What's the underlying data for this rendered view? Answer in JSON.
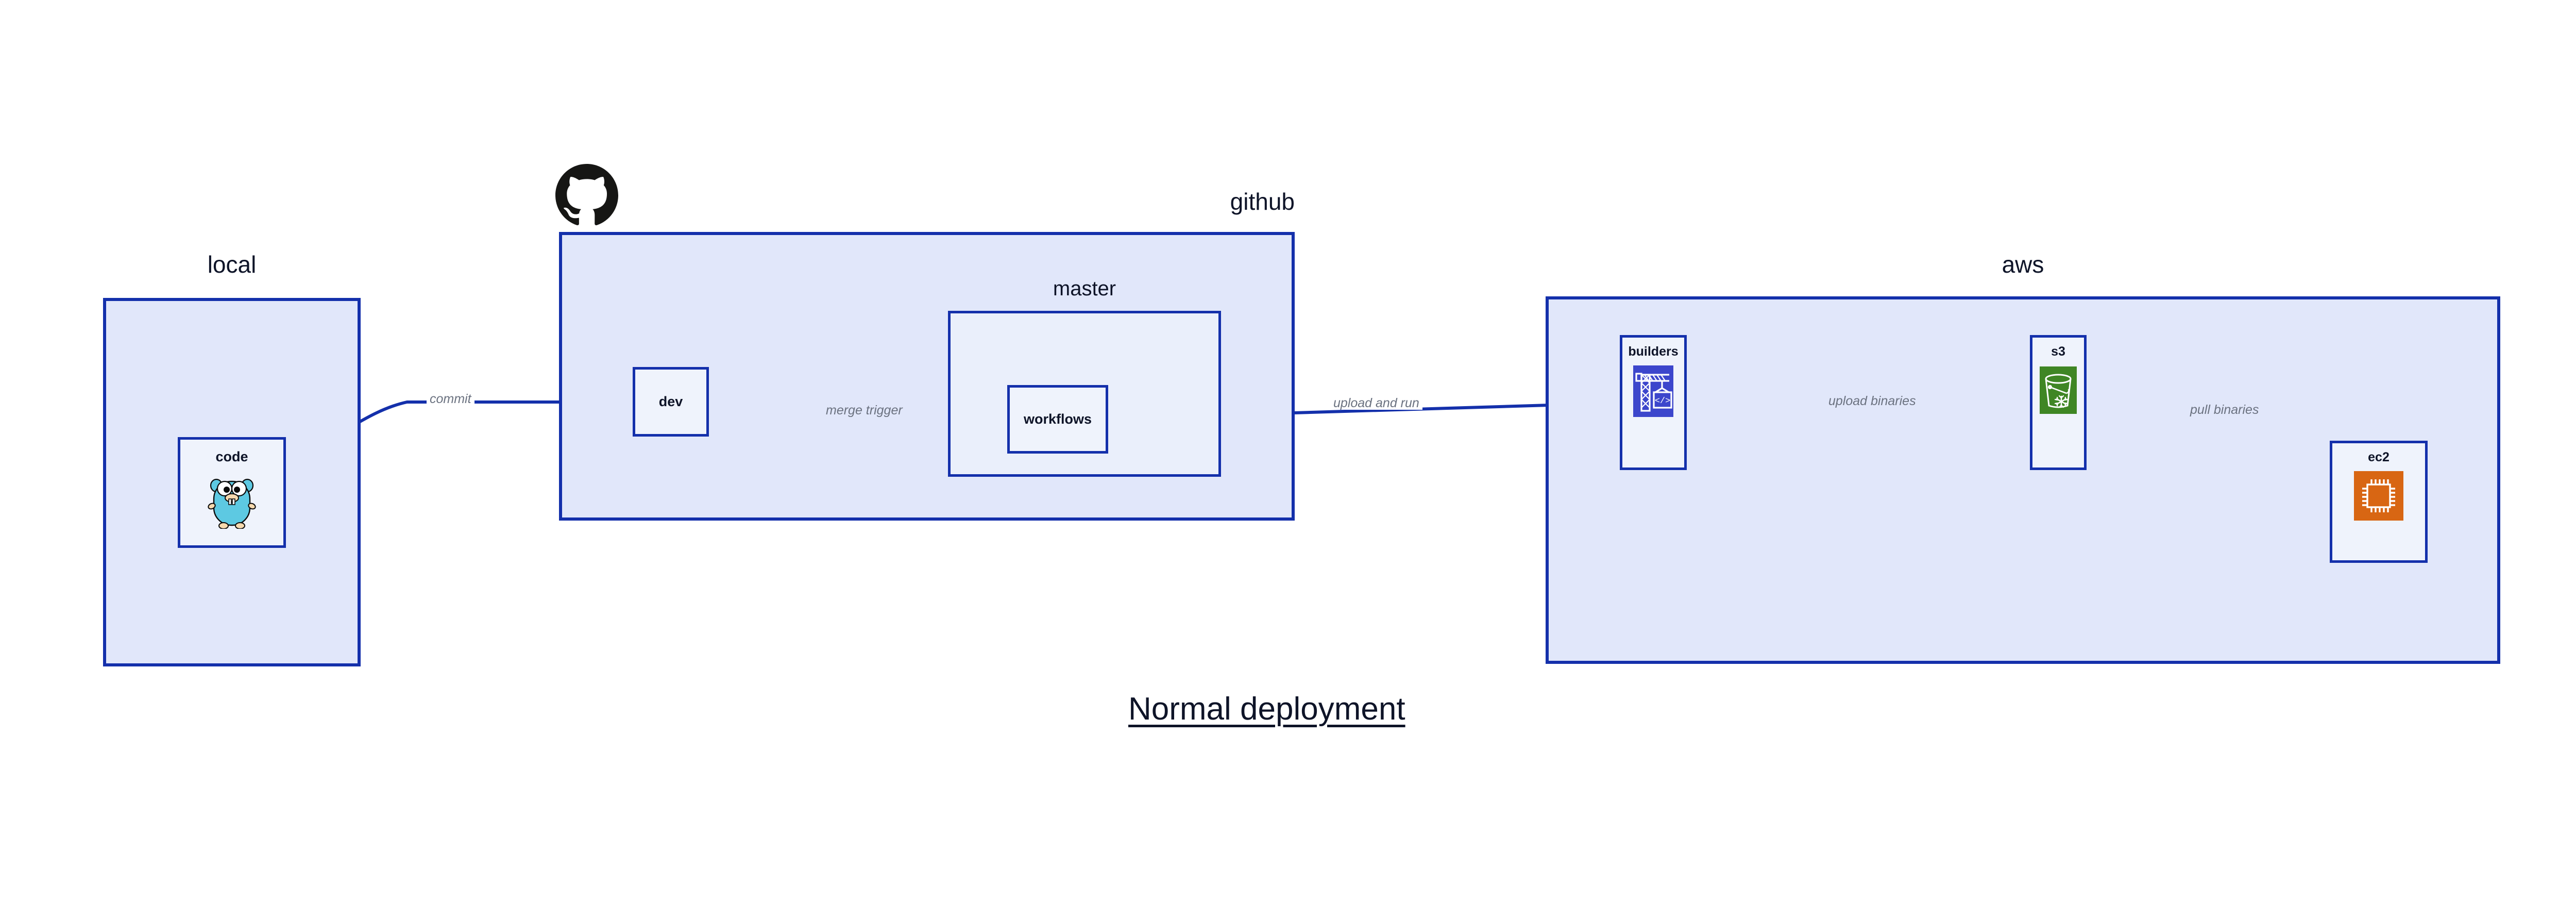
{
  "diagram": {
    "title": "Normal deployment",
    "theme": {
      "background": "#ffffff",
      "group_fill": "#e1e7fa",
      "group_sub_fill": "#eaeffb",
      "node_fill": "#eff3fc",
      "border": "#1430ab",
      "edge": "#1430ab",
      "edge_label": "#6b7280",
      "title_text": "#0e1428",
      "codebuild_orange": "#3c46cc",
      "s3_green": "#3f8624",
      "ec2_orange": "#d86613",
      "gopher_cyan": "#5dc9e2",
      "github_black": "#161614"
    }
  },
  "groups": {
    "local": {
      "title": "local"
    },
    "github": {
      "title": "github",
      "icon": "github-octocat-icon"
    },
    "master": {
      "title": "master"
    },
    "aws": {
      "title": "aws"
    }
  },
  "nodes": {
    "code": {
      "label": "code",
      "icon": "go-gopher-icon"
    },
    "dev": {
      "label": "dev",
      "icon": "none"
    },
    "workflows": {
      "label": "workflows",
      "icon": "none"
    },
    "builders": {
      "label": "builders",
      "icon": "aws-codebuild-icon"
    },
    "s3": {
      "label": "s3",
      "icon": "aws-s3-glacier-icon"
    },
    "ec2": {
      "label": "ec2",
      "icon": "aws-ec2-icon"
    }
  },
  "edges": {
    "commit": {
      "label": "commit",
      "from": "code",
      "to": "dev"
    },
    "merge_trigger": {
      "label": "merge trigger",
      "from": "dev",
      "to": "workflows"
    },
    "upload_and_run": {
      "label": "upload and run",
      "from": "workflows",
      "to": "builders"
    },
    "upload_binaries": {
      "label": "upload binaries",
      "from": "builders",
      "to": "s3"
    },
    "pull_binaries": {
      "label": "pull binaries",
      "from": "s3",
      "to": "ec2"
    }
  }
}
